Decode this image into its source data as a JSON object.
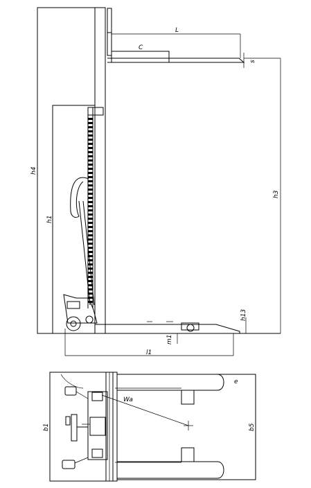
{
  "labels": {
    "L": "L",
    "C": "C",
    "s": "s",
    "h4": "h4",
    "h1": "h1",
    "h3": "h3",
    "h13": "h13",
    "m1": "m1",
    "l1": "l1",
    "wa": "Wa",
    "b1": "b1",
    "b5": "b5",
    "e": "e"
  }
}
